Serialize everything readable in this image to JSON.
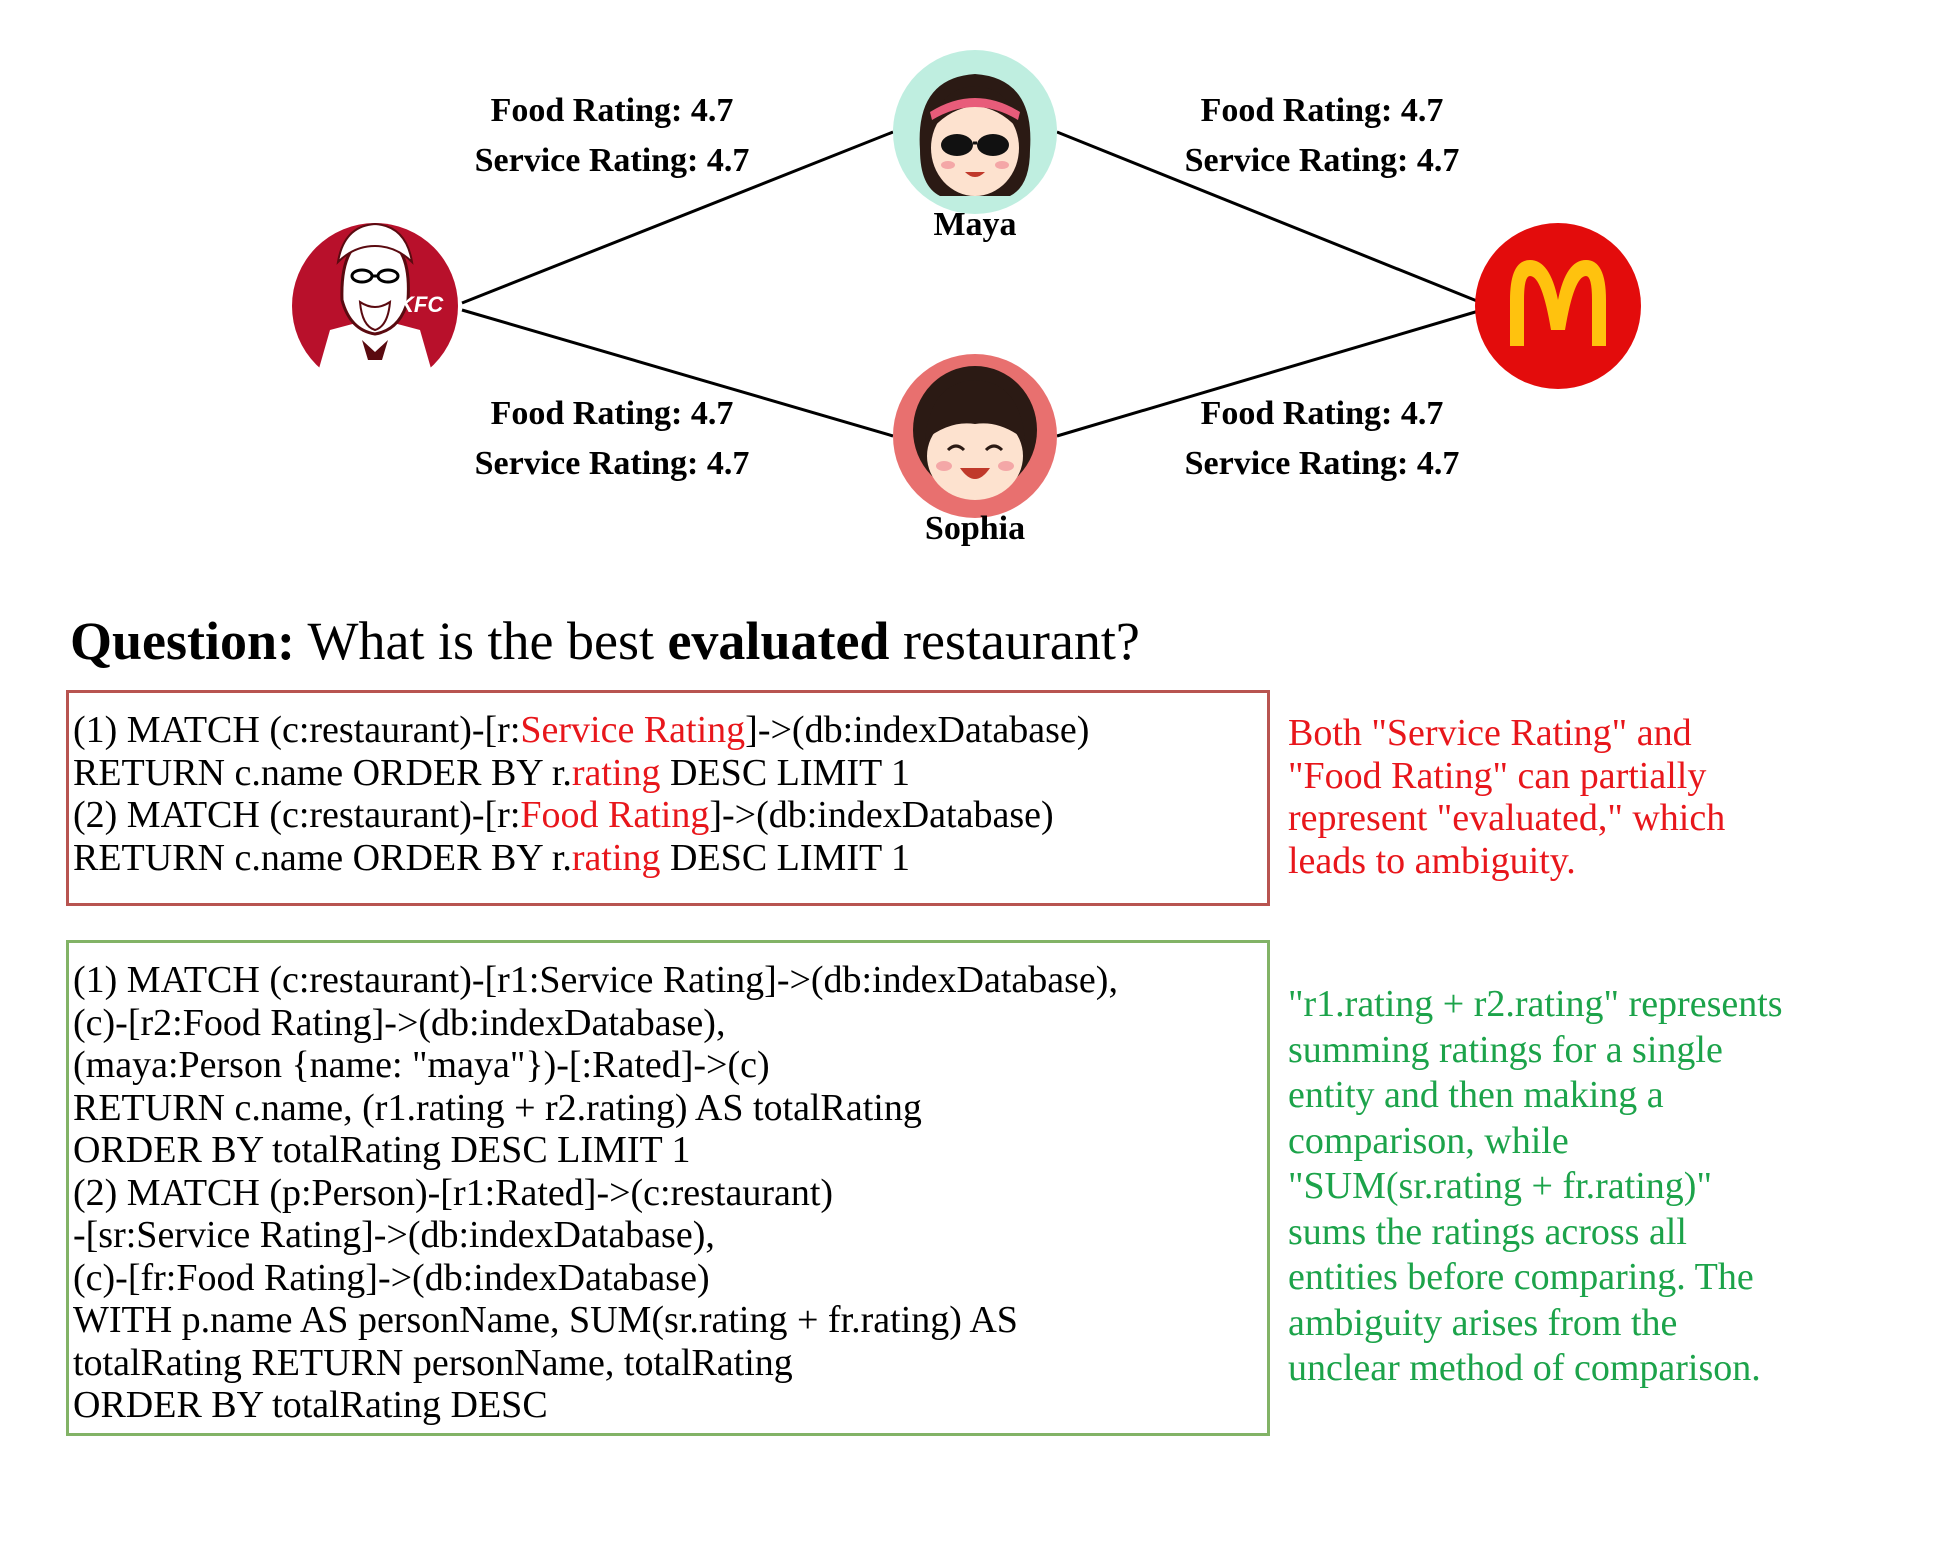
{
  "graph": {
    "edges": [
      {
        "food": "Food Rating: 4.7",
        "service": "Service Rating: 4.7"
      },
      {
        "food": "Food Rating: 4.7",
        "service": "Service Rating: 4.7"
      },
      {
        "food": "Food Rating: 4.7",
        "service": "Service Rating: 4.7"
      },
      {
        "food": "Food Rating: 4.7",
        "service": "Service Rating: 4.7"
      }
    ],
    "people": [
      "Maya",
      "Sophia"
    ],
    "logos": {
      "kfc": "KFC"
    },
    "colors": {
      "kfc": "#b8102b",
      "mcdonalds": "#e30c0c",
      "arches": "#ffc20e",
      "maya_bg": "#bfeee0",
      "sophia_bg": "#e8706f"
    }
  },
  "question": {
    "label": "Question:",
    "before": " What is the best ",
    "emph": "evaluated",
    "after": " restaurant?"
  },
  "red_box": {
    "lines": [
      [
        "(1) MATCH (c:restaurant)-[r:",
        "Service Rating",
        "]->(db:indexDatabase)"
      ],
      [
        "RETURN c.name ORDER BY r.",
        "rating",
        " DESC LIMIT 1"
      ],
      [
        "(2) MATCH (c:restaurant)-[r:",
        "Food Rating",
        "]->(db:indexDatabase)"
      ],
      [
        "RETURN c.name ORDER BY r.",
        "rating",
        " DESC LIMIT 1"
      ]
    ],
    "note": [
      "Both \"Service Rating\" and",
      "\"Food Rating\" can partially",
      "represent \"evaluated,\" which",
      "leads to ambiguity."
    ]
  },
  "green_box": {
    "lines": [
      "(1) MATCH (c:restaurant)-[r1:Service Rating]->(db:indexDatabase),",
      "(c)-[r2:Food Rating]->(db:indexDatabase),",
      "(maya:Person {name: \"maya\"})-[:Rated]->(c)",
      "RETURN c.name, (r1.rating + r2.rating) AS totalRating",
      "ORDER BY totalRating DESC LIMIT 1",
      "(2) MATCH (p:Person)-[r1:Rated]->(c:restaurant)",
      "-[sr:Service Rating]->(db:indexDatabase),",
      "(c)-[fr:Food Rating]->(db:indexDatabase)",
      "WITH p.name AS personName, SUM(sr.rating + fr.rating) AS",
      "totalRating RETURN personName, totalRating",
      "ORDER BY totalRating DESC"
    ],
    "note": [
      "\"r1.rating + r2.rating\" represents",
      "summing ratings for a single",
      "entity and then making a",
      "comparison, while",
      "\"SUM(sr.rating + fr.rating)\"",
      "sums the ratings across all",
      "entities before comparing. The",
      "ambiguity arises from the",
      "unclear method of comparison."
    ]
  }
}
